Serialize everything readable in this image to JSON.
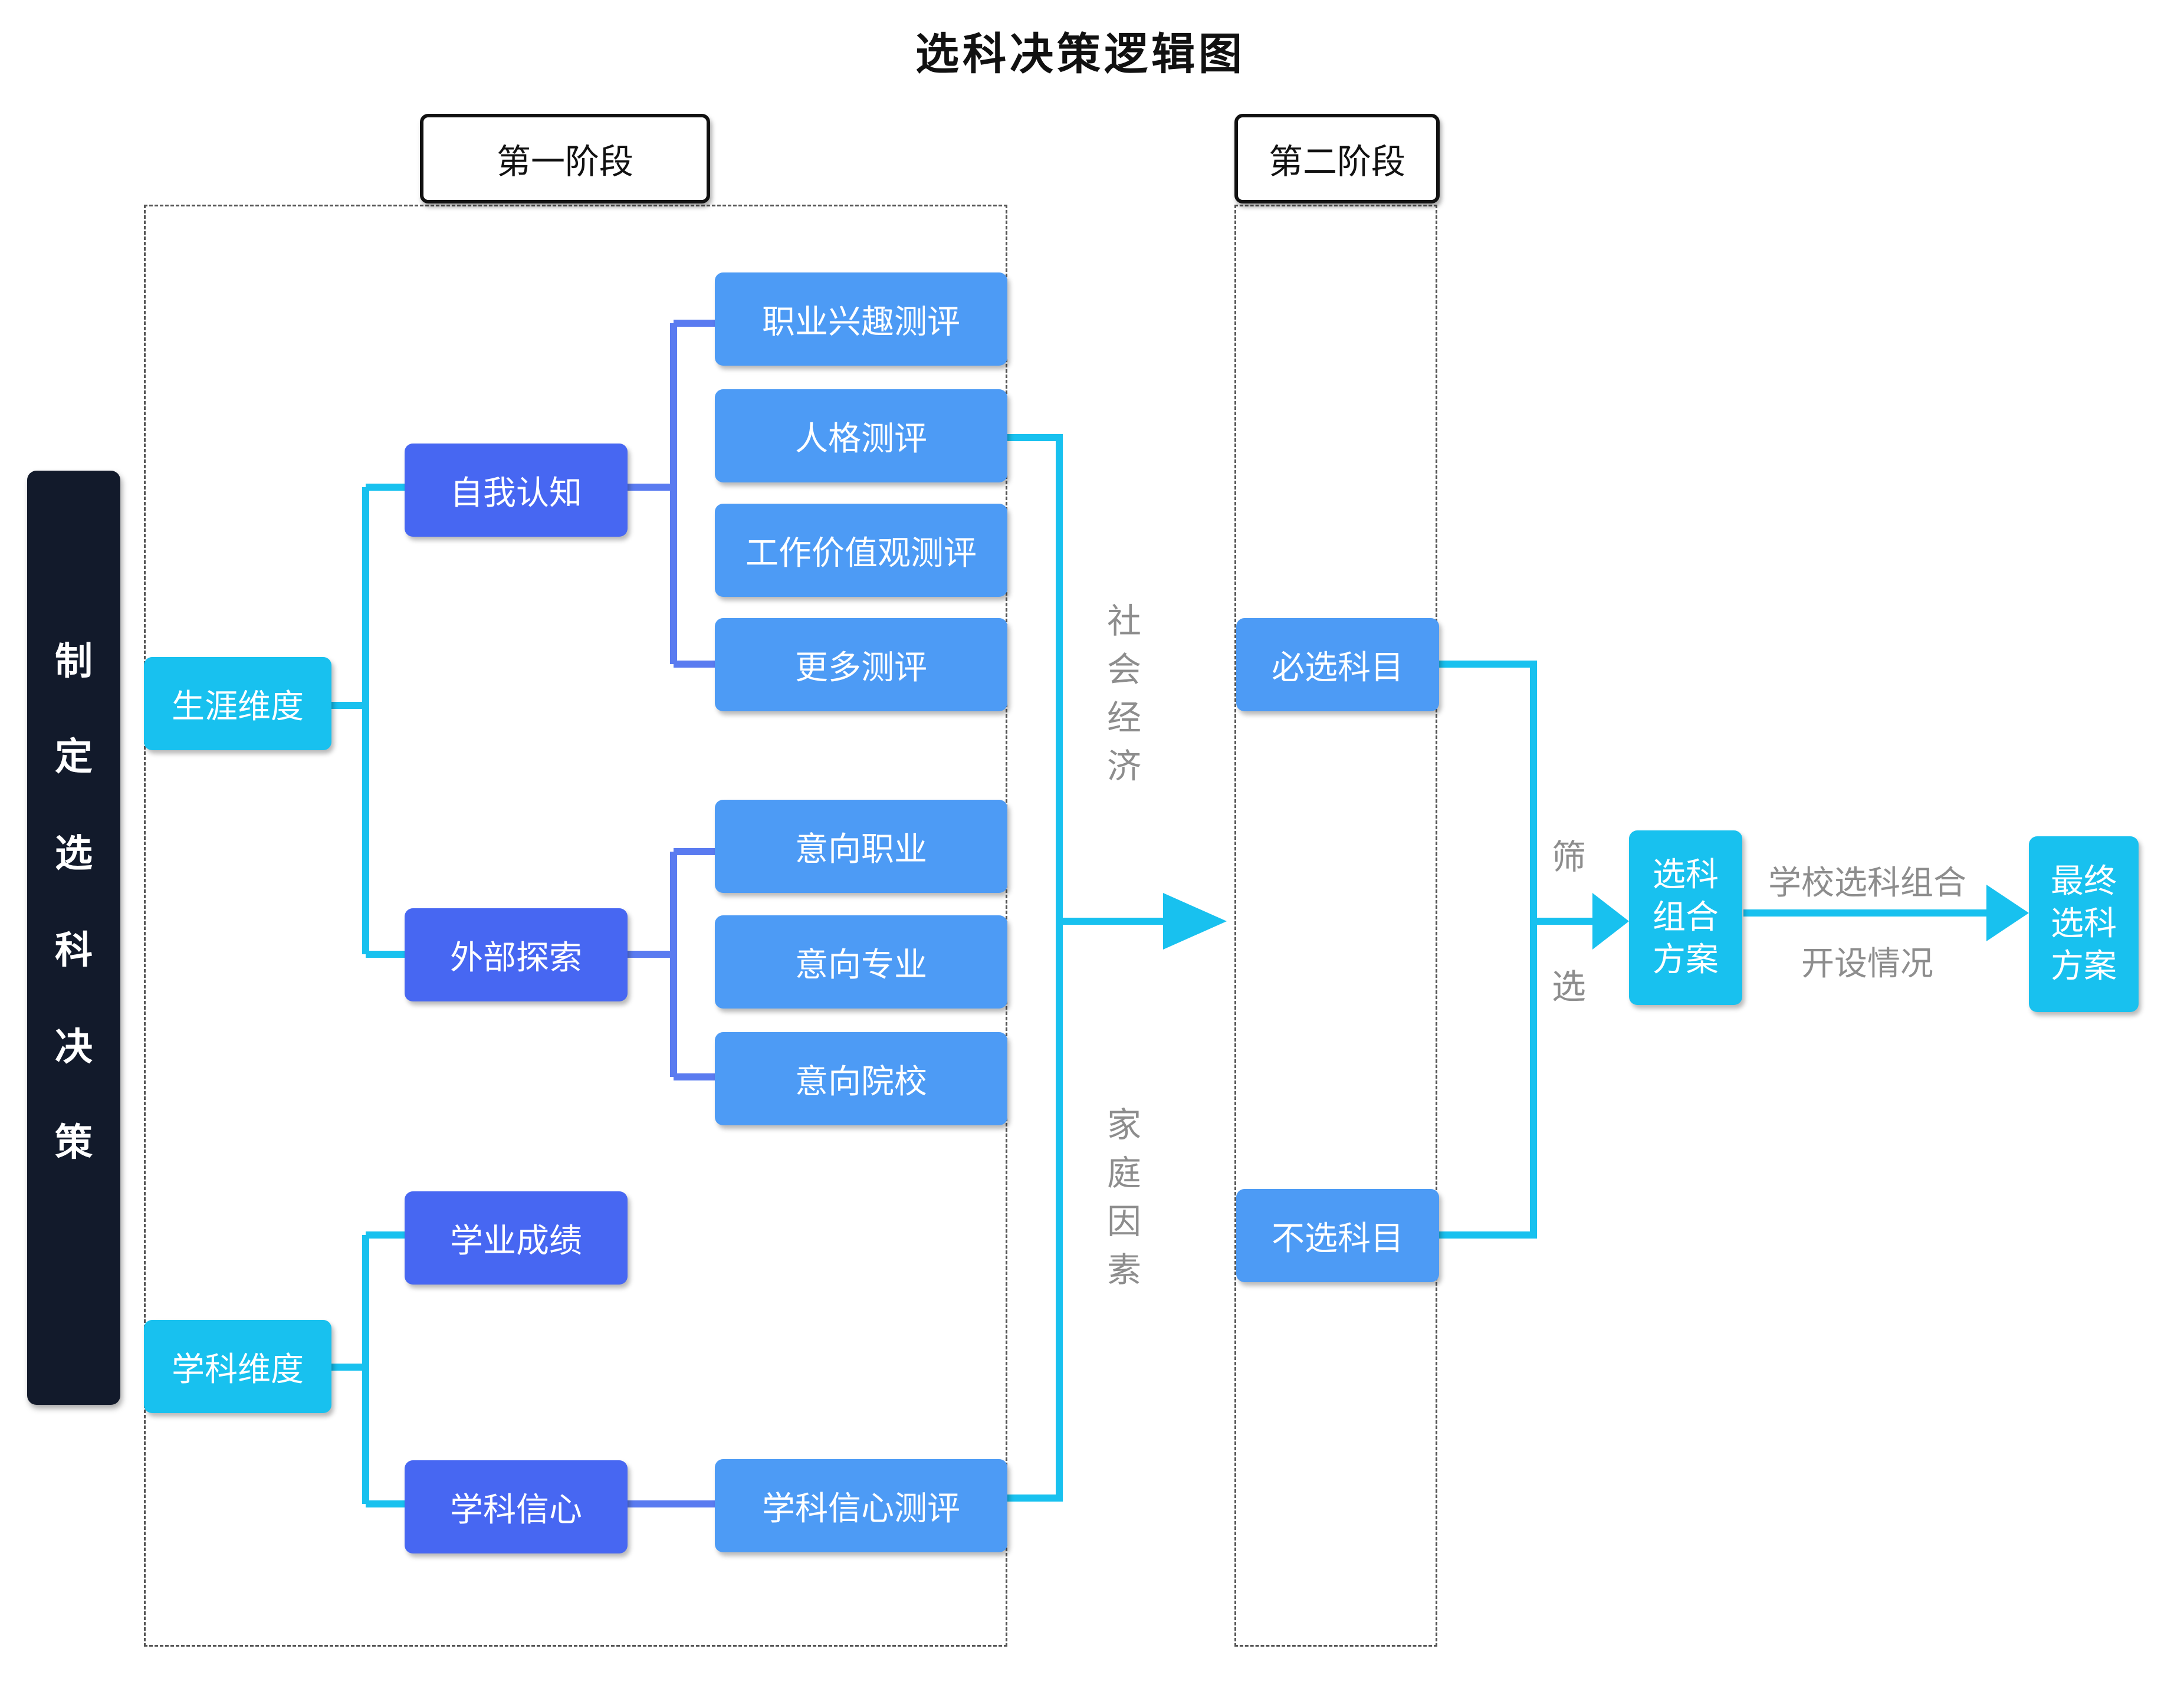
{
  "title": "选科决策逻辑图",
  "stages": {
    "first": "第一阶段",
    "second": "第二阶段"
  },
  "sidebar": [
    "制",
    "定",
    "选",
    "科",
    "决",
    "策"
  ],
  "dimensions": {
    "career": "生涯维度",
    "subject": "学科维度"
  },
  "career_branches": {
    "self": "自我认知",
    "external": "外部探索"
  },
  "subject_branches": {
    "grades": "学业成绩",
    "confidence": "学科信心"
  },
  "assessments": {
    "interest": "职业兴趣测评",
    "personality": "人格测评",
    "values": "工作价值观测评",
    "more": "更多测评",
    "career_intent": "意向职业",
    "major_intent": "意向专业",
    "school_intent": "意向院校",
    "confidence_test": "学科信心测评"
  },
  "factors": {
    "social": "社会经济",
    "family": "家庭因素"
  },
  "second_stage": {
    "required": "必选科目",
    "excluded": "不选科目"
  },
  "filter_label": [
    "筛",
    "选"
  ],
  "combo": "选科组合方案",
  "school_label": [
    "学校选科组合",
    "开设情况"
  ],
  "final": "最终选科方案",
  "colors": {
    "cyan": "#18c1ef",
    "indigo": "#4767f2",
    "blue": "#4d9bf5",
    "sidebar": "#121a2b"
  }
}
